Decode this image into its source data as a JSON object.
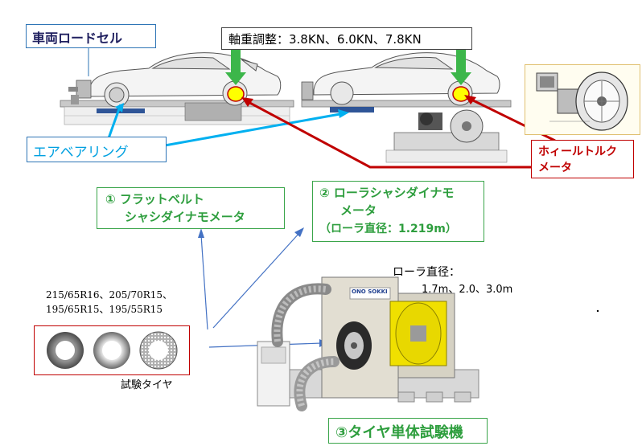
{
  "labels": {
    "load_cell": "車両ロードセル",
    "axle_weight": "軸重調整：3.8KN、6.0KN、7.8KN",
    "air_bearing": "エアベアリング",
    "wheel_torque": [
      "ホィールトルク",
      "メータ"
    ],
    "flat_belt": [
      "① フラットベルト",
      "シャシダイナモメータ"
    ],
    "roller_dyno": [
      "② ローラシャシダイナモ",
      "メータ",
      "（ローラ直径：1.219m）"
    ],
    "tire_sizes": [
      "215/65R16、205/70R15、",
      "195/65R15、195/55R15"
    ],
    "test_tire": "試験タイヤ",
    "roller_diameter": [
      "ローラ直径：",
      "1.7m、2.0、3.0m"
    ],
    "machine_brand": "ONO SOKKI",
    "tire_tester": "③タイヤ単体試験機"
  },
  "colors": {
    "blue_line": "#2e75b6",
    "green_arrow": "#3cb64a",
    "red_line": "#c00000",
    "wheel_yellow": "#ffff00"
  }
}
